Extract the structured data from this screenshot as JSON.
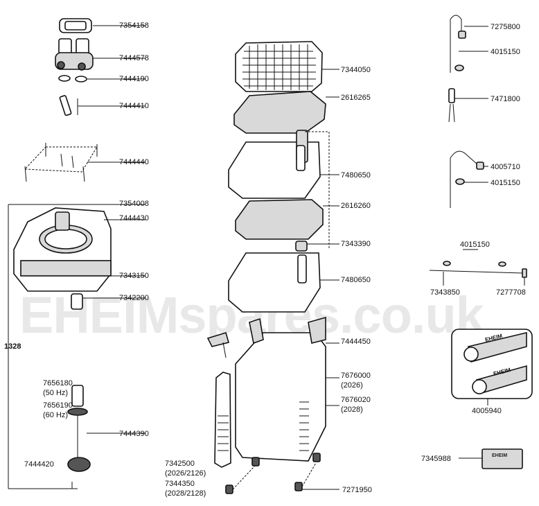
{
  "watermark": "EHEIMspares.co.uk",
  "set_number": "1328",
  "part_labels": {
    "p7354158": "7354158",
    "p7444578": "7444578",
    "p7444190": "7444190",
    "p7444410": "7444410",
    "p7444440": "7444440",
    "p7354008": "7354008",
    "p7444430": "7444430",
    "p7343150": "7343150",
    "p7342200": "7342200",
    "p7656180": "7656180",
    "p7656180_note": "(50 Hz)",
    "p7656190": "7656190",
    "p7656190_note": "(60 Hz)",
    "p7444390": "7444390",
    "p7444420": "7444420",
    "p7344050": "7344050",
    "p2616265": "2616265",
    "p7480650a": "7480650",
    "p2616260": "2616260",
    "p7343390": "7343390",
    "p7480650b": "7480650",
    "p7444450": "7444450",
    "p7676000": "7676000",
    "p7676000_note": "(2026)",
    "p7676020": "7676020",
    "p7676020_note": "(2028)",
    "p7342500": "7342500",
    "p7342500_note": "(2026/2126)",
    "p7344350": "7344350",
    "p7344350_note": "(2028/2128)",
    "p7271950": "7271950",
    "p7275800": "7275800",
    "p4015150a": "4015150",
    "p7471800": "7471800",
    "p4005710": "4005710",
    "p4015150b": "4015150",
    "p4015150c": "4015150",
    "p7343850": "7343850",
    "p7277708": "7277708",
    "p4005940": "4005940",
    "p7345988": "7345988"
  },
  "hose_brand": "EHEIM",
  "small_print": "EHEIM"
}
